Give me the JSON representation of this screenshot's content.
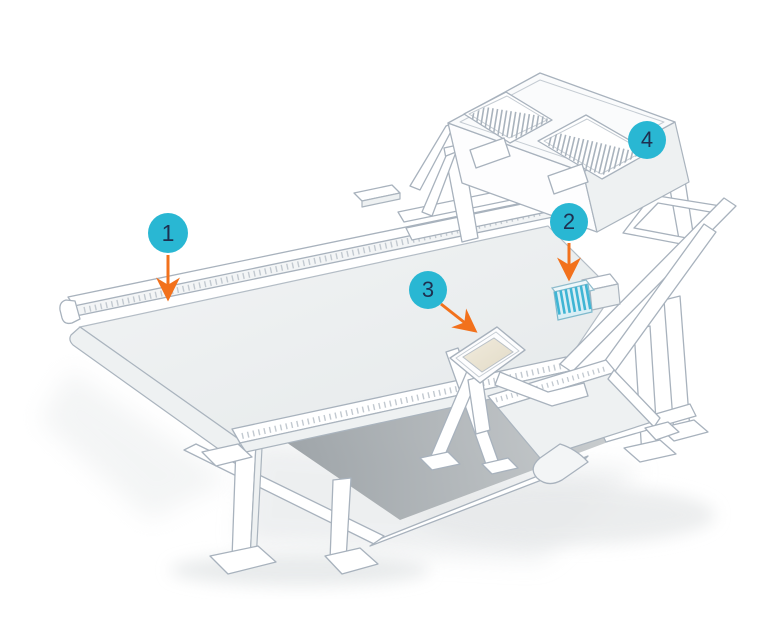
{
  "illustration": {
    "callouts": [
      {
        "label": "1"
      },
      {
        "label": "2"
      },
      {
        "label": "3"
      },
      {
        "label": "4"
      }
    ],
    "colors": {
      "callout_fill": "#29b7d3",
      "callout_text": "#1e3050",
      "arrow": "#f2711c",
      "line_art": "#a8b2bd",
      "belt_surface": "#eceff0",
      "under_table_shadow": "#8f969b",
      "screen_face": "#e9e3d4",
      "striped_part": "#3fb5d4",
      "background": "#ffffff"
    }
  }
}
